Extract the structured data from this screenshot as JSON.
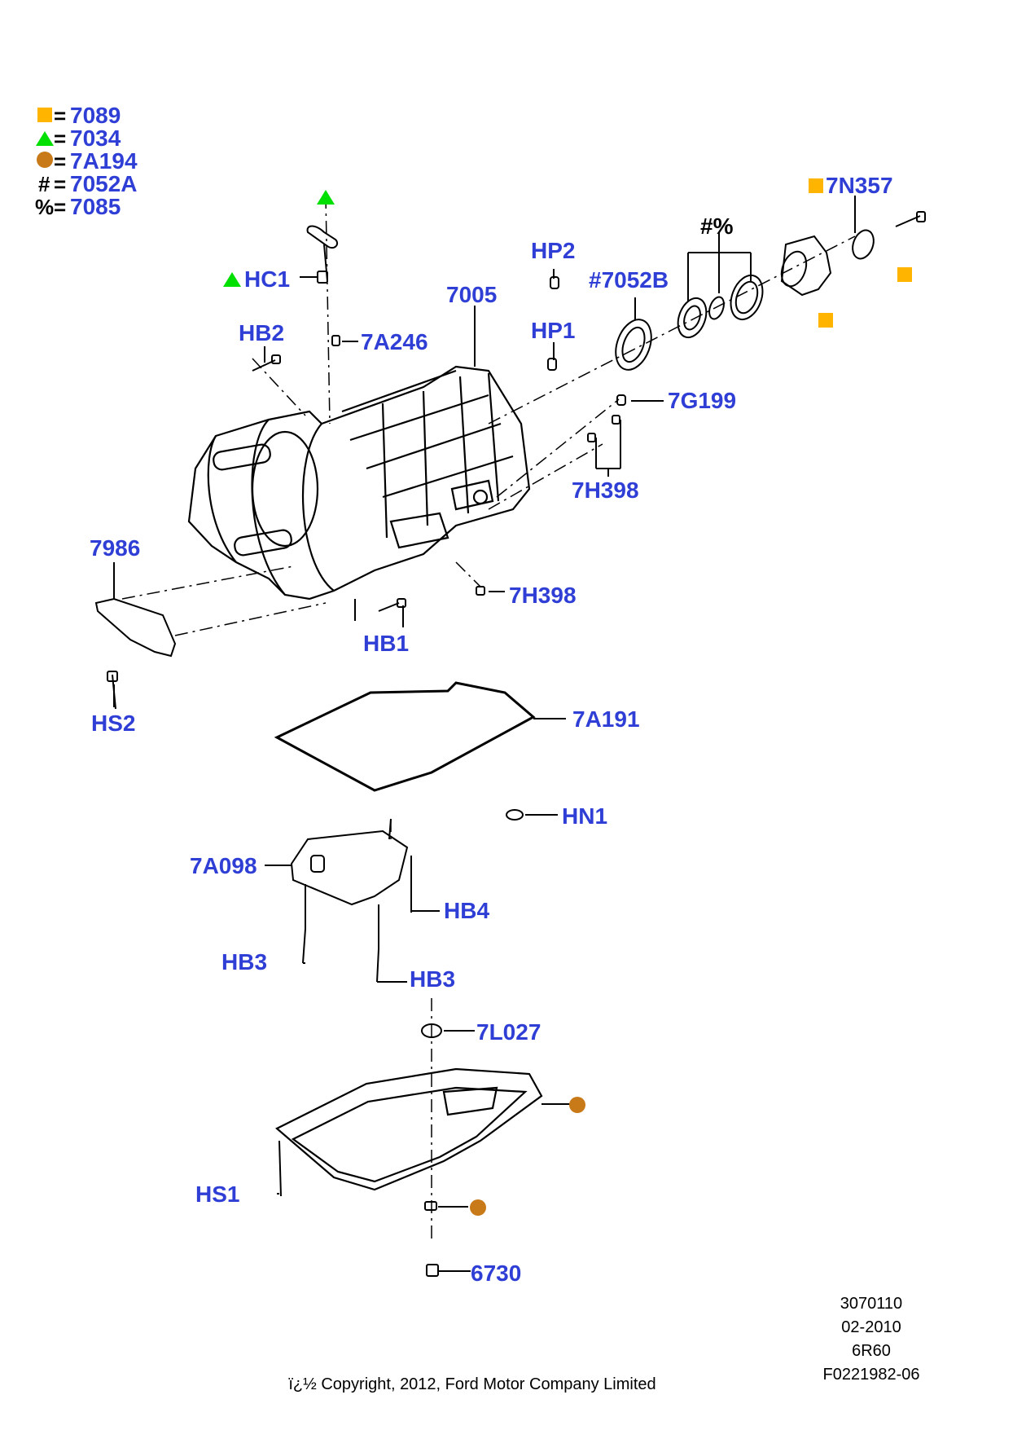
{
  "legend": [
    {
      "symbol": "square",
      "value": "7089"
    },
    {
      "symbol": "triangle",
      "value": "7034"
    },
    {
      "symbol": "circle",
      "value": "7A194"
    },
    {
      "symbol": "#",
      "value": "7052A"
    },
    {
      "symbol": "%",
      "value": "7085"
    }
  ],
  "legend_eq": "=",
  "callouts": {
    "n7N357": "7N357",
    "hash_pct": "#%",
    "n7052B": "#7052B",
    "HP2": "HP2",
    "HP1": "HP1",
    "HC1": "HC1",
    "n7005": "7005",
    "HB2": "HB2",
    "n7A246": "7A246",
    "n7G199": "7G199",
    "n7H398a": "7H398",
    "n7986": "7986",
    "n7H398b": "7H398",
    "HB1": "HB1",
    "HS2": "HS2",
    "n7A191": "7A191",
    "HN1": "HN1",
    "n7A098": "7A098",
    "HB4": "HB4",
    "HB3a": "HB3",
    "HB3b": "HB3",
    "n7L027": "7L027",
    "HS1": "HS1",
    "n6730": "6730"
  },
  "colors": {
    "label": "#2f3fd6",
    "square": "#ffb400",
    "triangle": "#00e000",
    "circle": "#c87a18"
  },
  "footer": {
    "ref1": "3070110",
    "date": "02-2010",
    "model": "6R60",
    "ref2": "F0221982-06",
    "copyright": "ï¿½ Copyright, 2012, Ford Motor Company Limited"
  }
}
